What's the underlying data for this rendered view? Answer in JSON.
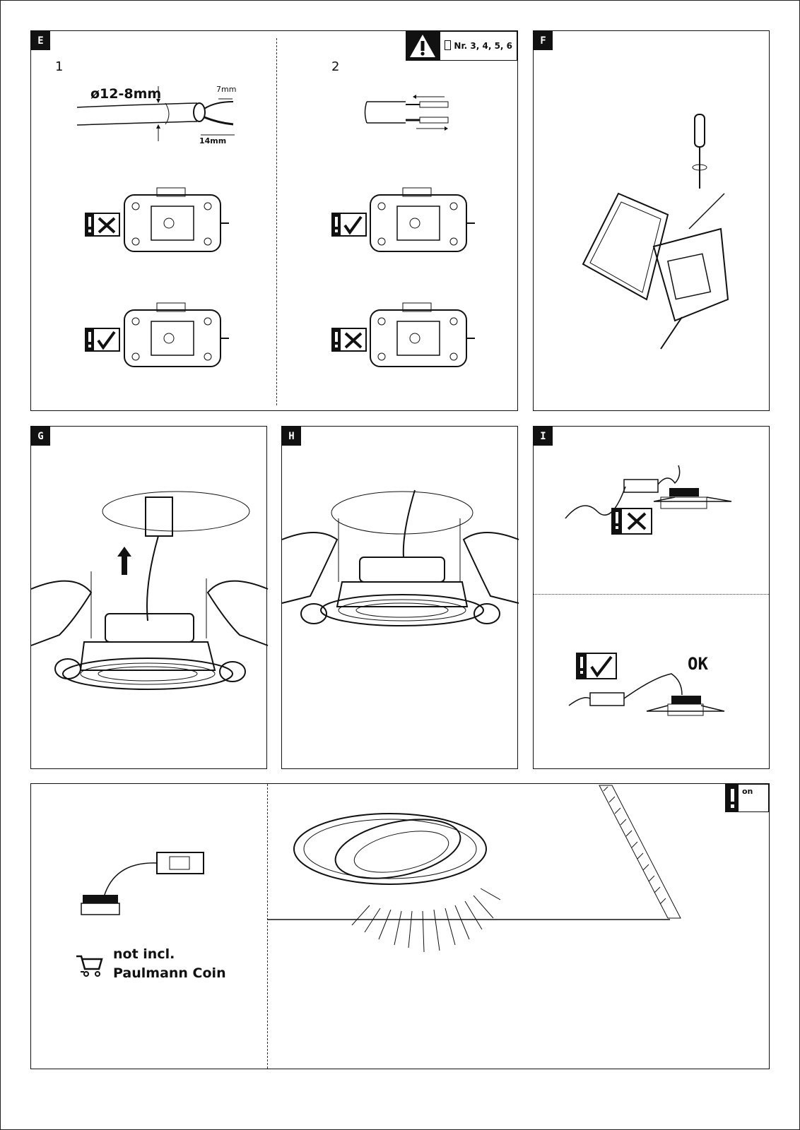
{
  "panels": {
    "E": {
      "label": "E",
      "step1": "1",
      "step2": "2",
      "cable_diameter": "ø12-8mm",
      "strip_short": "7mm",
      "strip_long": "14mm",
      "warning_refs": "Nr. 3, 4, 5, 6"
    },
    "F": {
      "label": "F"
    },
    "G": {
      "label": "G"
    },
    "H": {
      "label": "H"
    },
    "I": {
      "label": "I",
      "ok": "OK"
    },
    "J": {
      "coin_line1": "not incl.",
      "coin_line2": "Paulmann Coin",
      "switch_on": "on"
    }
  },
  "icons": [
    "warning-icon",
    "battery-icon",
    "screwdriver-icon",
    "cart-icon",
    "check-icon",
    "cross-icon",
    "arrow-up-icon"
  ],
  "colors": {
    "ink": "#111111",
    "paper": "#ffffff"
  }
}
